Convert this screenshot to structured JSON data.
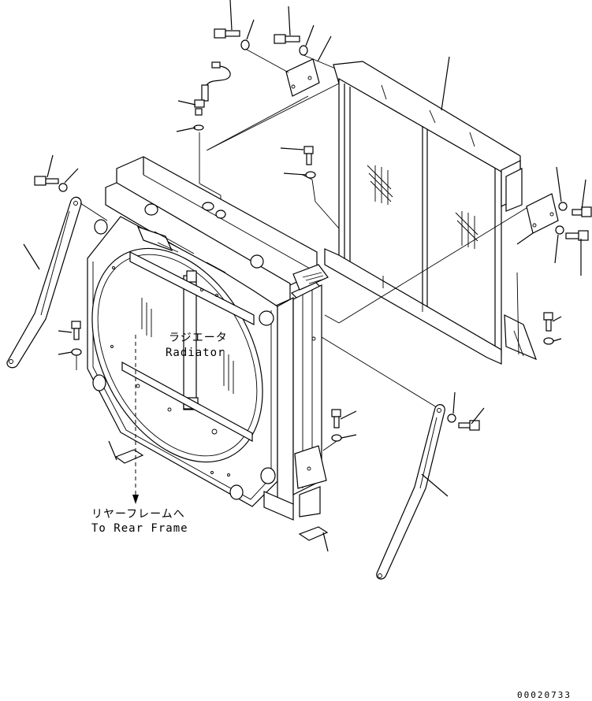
{
  "labels": {
    "radiator_jp": "ラジエータ",
    "radiator_en": "Radiator",
    "rear_frame_jp": "リヤーフレームへ",
    "rear_frame_en": "To Rear Frame"
  },
  "drawing_number": "00020733"
}
